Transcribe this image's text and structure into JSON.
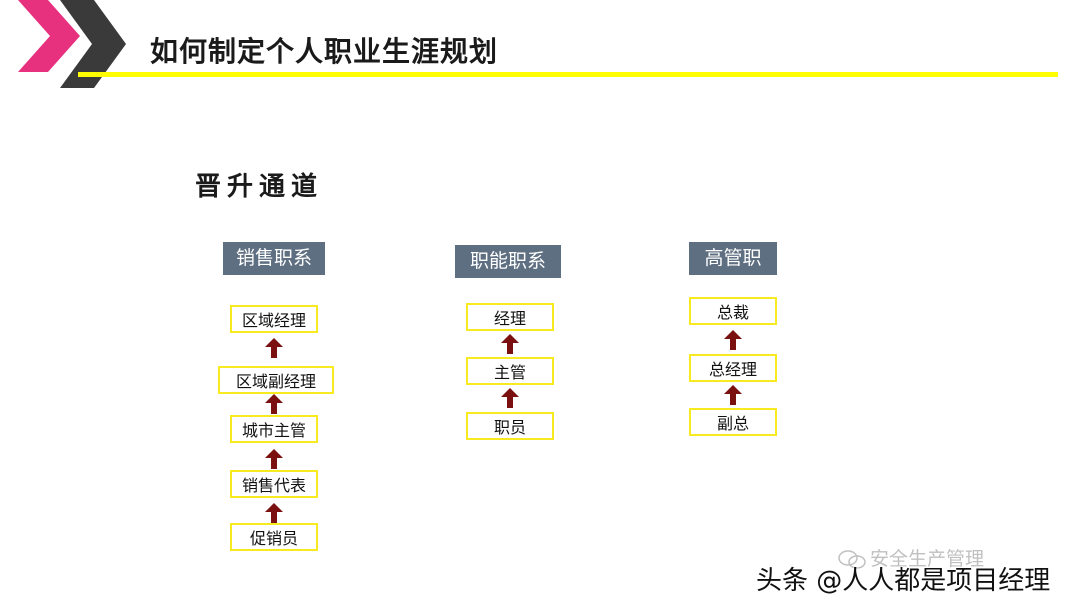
{
  "title": "如何制定个人职业生涯规划",
  "subtitle": "晋升通道",
  "columns": [
    {
      "header": "销售职系",
      "levels": [
        "区域经理",
        "区域副经理",
        "城市主管",
        "销售代表",
        "促销员"
      ]
    },
    {
      "header": "职能职系",
      "levels": [
        "经理",
        "主管",
        "职员"
      ]
    },
    {
      "header": "高管职",
      "levels": [
        "总裁",
        "总经理",
        "副总"
      ]
    }
  ],
  "watermark": "安全生产管理",
  "credit": "头条 @人人都是项目经理",
  "colors": {
    "accent_yellow": "#ffff00",
    "box_border": "#f7ea1f",
    "header_bg": "#5f6f82",
    "arrow": "#7a1010",
    "logo_pink": "#e8317e",
    "logo_dark": "#3a3a3a"
  }
}
